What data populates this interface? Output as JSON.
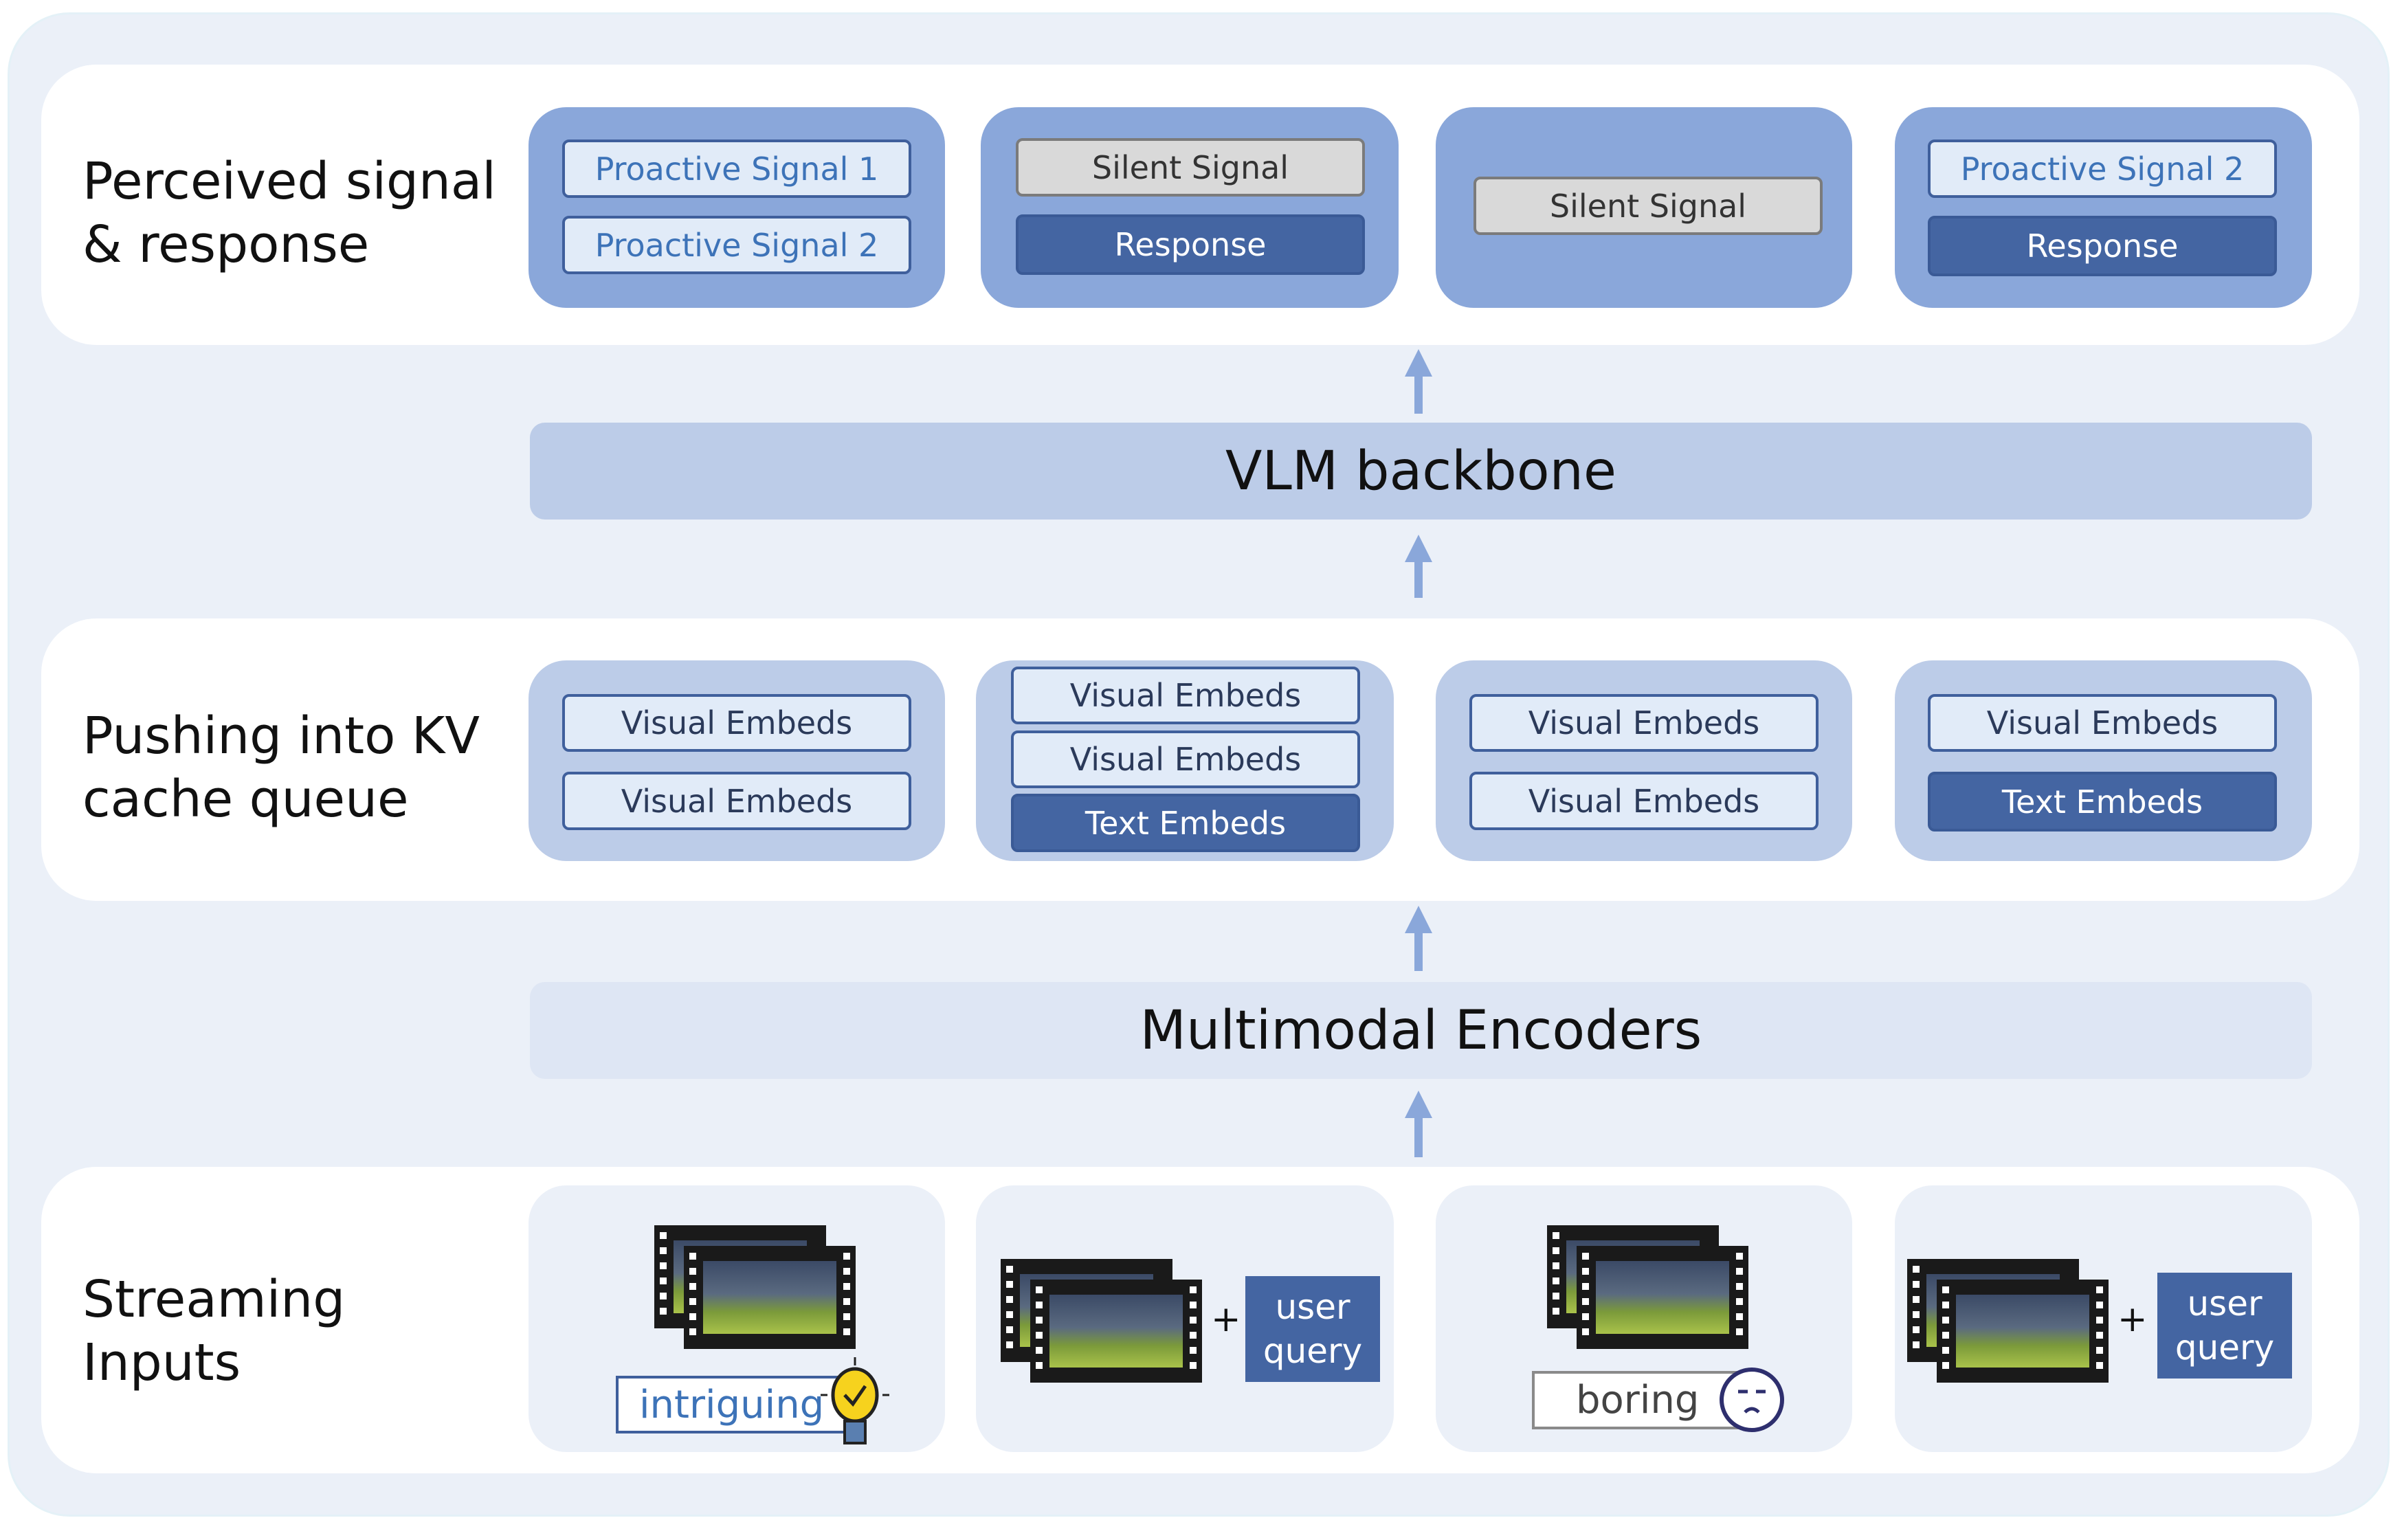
{
  "rows": {
    "perceived": {
      "label_line1": "Perceived signal",
      "label_line2": "& response",
      "cards": [
        {
          "items": [
            "Proactive Signal 1",
            "Proactive Signal 2"
          ]
        },
        {
          "items": [
            "Silent Signal",
            "Response"
          ]
        },
        {
          "items": [
            "Silent Signal"
          ]
        },
        {
          "items": [
            "Proactive Signal 2",
            "Response"
          ]
        }
      ]
    },
    "backbone": "VLM backbone",
    "kv": {
      "label_line1": "Pushing into KV",
      "label_line2": "cache queue",
      "cards": [
        {
          "items": [
            "Visual Embeds",
            "Visual Embeds"
          ]
        },
        {
          "items": [
            "Visual Embeds",
            "Visual Embeds",
            "Text Embeds"
          ]
        },
        {
          "items": [
            "Visual Embeds",
            "Visual Embeds"
          ]
        },
        {
          "items": [
            "Visual Embeds",
            "Text Embeds"
          ]
        }
      ]
    },
    "encoders": "Multimodal Encoders",
    "streaming": {
      "label_line1": "Streaming",
      "label_line2": "Inputs",
      "card1_tag": "intriguing",
      "card2_plus": "+",
      "card2_query": [
        "user",
        "query"
      ],
      "card3_tag": "boring",
      "card4_plus": "+",
      "card4_query": [
        "user",
        "query"
      ]
    }
  },
  "icons": [
    "video-frames-icon",
    "lightbulb-check-icon",
    "bored-face-icon",
    "arrow-up-icon"
  ],
  "colors": {
    "card_dark": "#8aa7da",
    "card_mid": "#bccce8",
    "box_dark": "#4465a2",
    "box_light": "#e1ebf8",
    "box_gray": "#d9d9d9",
    "background": "#ebf0f8"
  }
}
